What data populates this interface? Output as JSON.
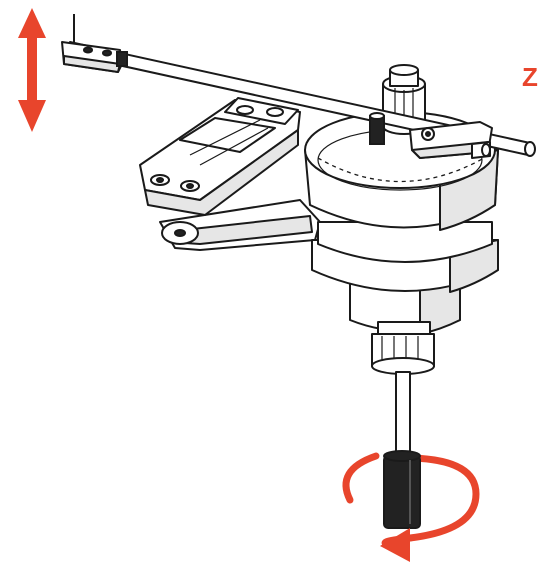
{
  "diagram": {
    "axis_label": "Z",
    "colors": {
      "accent": "#e8452c",
      "line": "#1a1a1a",
      "fill": "#ffffff",
      "shade": "#e6e6e6",
      "dark": "#222222"
    },
    "icons": {
      "vertical_arrow": "double-headed-vertical-arrow",
      "rotation_arrow": "circular-rotation-arrow"
    }
  }
}
